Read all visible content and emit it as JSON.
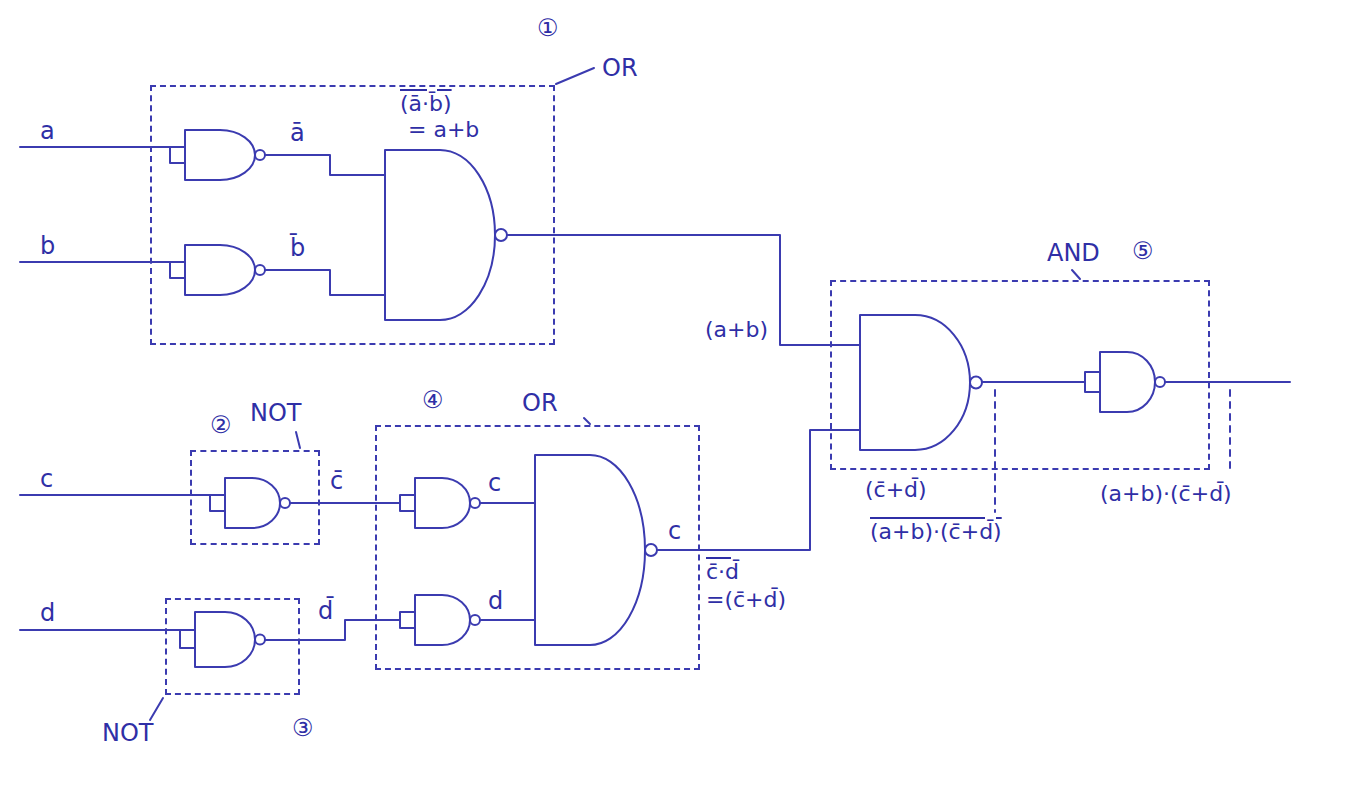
{
  "diagram": {
    "nodes": [
      {
        "text": [
          "①",
          "OR"
        ]
      },
      {
        "text": [
          "②",
          "NOT"
        ]
      },
      {
        "text": [
          "NOT",
          "③"
        ]
      },
      {
        "text": [
          "④",
          "OR"
        ]
      },
      {
        "text": [
          "AND",
          "⑤"
        ]
      }
    ],
    "edges": [
      {
        "from": 0,
        "to": 4,
        "arrow": "none"
      },
      {
        "from": 1,
        "to": 3,
        "arrow": "none"
      },
      {
        "from": 2,
        "to": 3,
        "arrow": "none"
      },
      {
        "from": 3,
        "to": 4,
        "arrow": "none"
      }
    ],
    "labels": [
      "a",
      "b",
      "c",
      "d",
      "ā",
      "b̄",
      "(ā·b̄)",
      "= a+b",
      "(a+b)",
      "c̄",
      "d̄",
      "c",
      "d",
      "c",
      "c̄·d̄",
      "=(c̄+d̄)",
      "(c̄+d̄)",
      "(a+b)·(c̄+d̄)",
      "(a+b)·(c̄+d̄)"
    ]
  }
}
